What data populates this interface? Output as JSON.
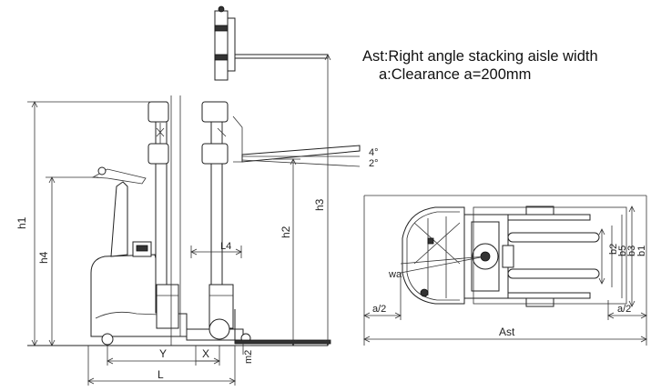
{
  "notes": {
    "line1": "Ast:Right angle stacking aisle width",
    "line2": "a:Clearance   a=200mm"
  },
  "side_view_labels": {
    "h1": "h1",
    "h4": "h4",
    "h2": "h2",
    "h3": "h3",
    "L4": "L4",
    "Y": "Y",
    "X": "X",
    "L": "L",
    "m2": "m2",
    "tilt_up": "4°",
    "tilt_down": "2°"
  },
  "top_view_labels": {
    "wa": "wa",
    "a_half_left": "a/2",
    "a_half_right": "a/2",
    "Ast": "Ast",
    "b2": "b2",
    "b5": "b5",
    "b3": "b3",
    "b1": "b1"
  }
}
